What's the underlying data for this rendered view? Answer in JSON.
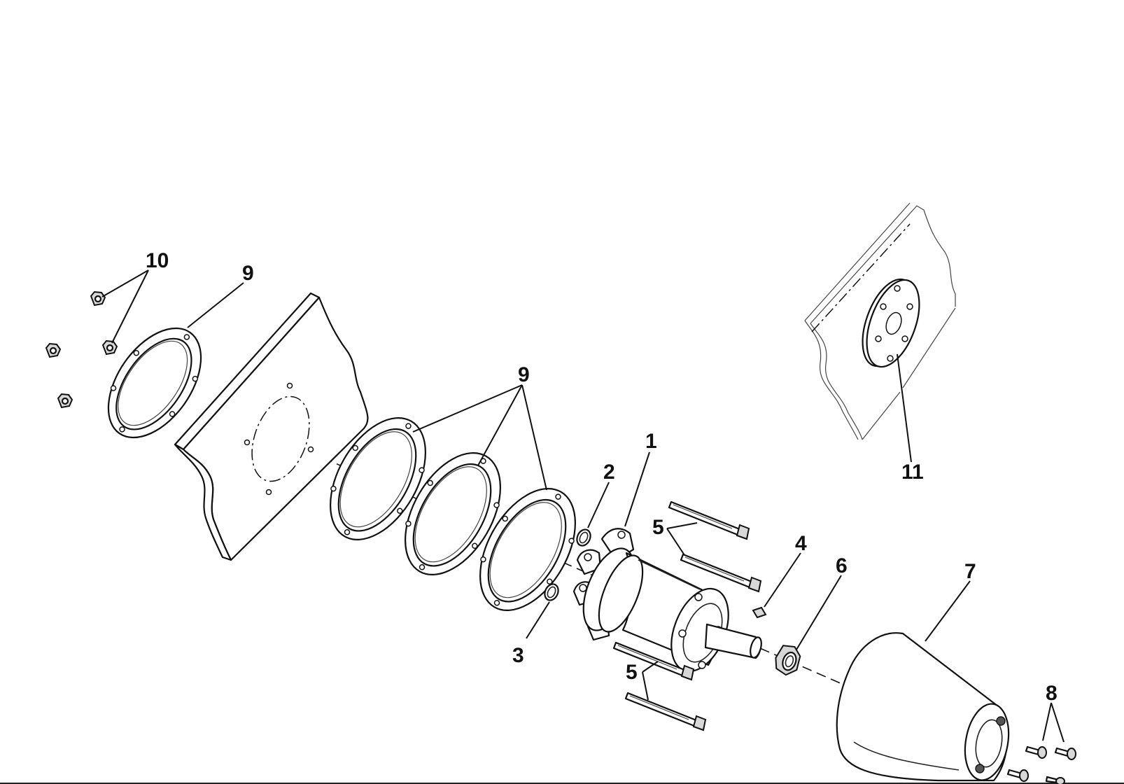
{
  "diagram": {
    "callouts": {
      "c1": "1",
      "c2": "2",
      "c3": "3",
      "c4": "4",
      "c5a": "5",
      "c5b": "5",
      "c6": "6",
      "c7": "7",
      "c8": "8",
      "c9a": "9",
      "c9b": "9",
      "c10": "10",
      "c11": "11"
    }
  }
}
